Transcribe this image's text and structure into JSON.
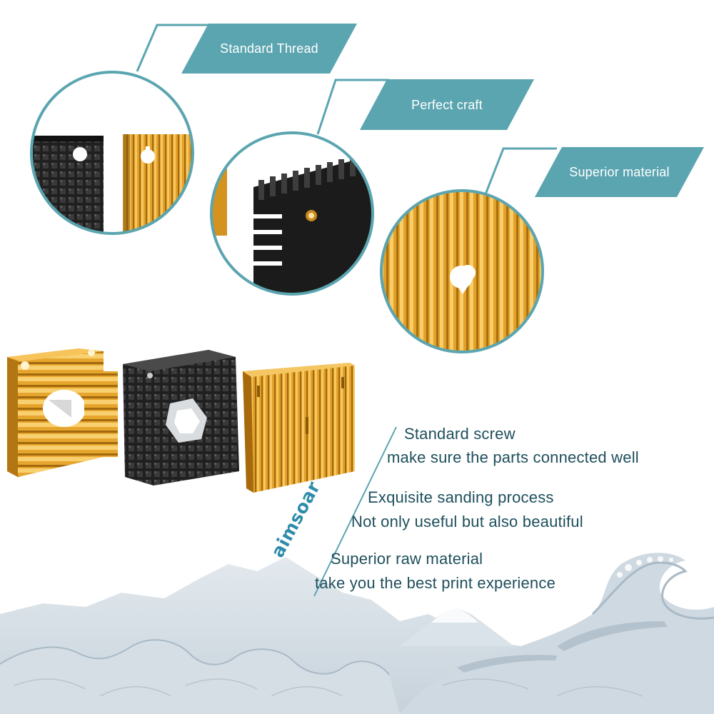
{
  "banners": {
    "standard_thread": "Standard Thread",
    "perfect_craft": "Perfect craft",
    "superior_material": "Superior material"
  },
  "features": [
    {
      "title": "Standard screw",
      "detail": "make sure the parts connected well"
    },
    {
      "title": "Exquisite sanding process",
      "detail": "Not only useful but also beautiful"
    },
    {
      "title": "Superior raw material",
      "detail": "take you the best print experience"
    }
  ],
  "brand": "aimsoar",
  "colors": {
    "banner": "#5ba5b0",
    "circle_border": "#5ba5b0",
    "leader_line": "#5ba5b0",
    "feature_text": "#1e4f5c",
    "brand_text": "#2e8cab",
    "gold": "#e3a12a",
    "black_metal": "#1a1a1a",
    "wave": "#c7d3dc"
  },
  "icons": {
    "heatsink_gold_side": "gold-heatsink-icon",
    "heatsink_black": "black-heatsink-icon",
    "heatsink_gold_front": "gold-heatsink-front-icon"
  }
}
